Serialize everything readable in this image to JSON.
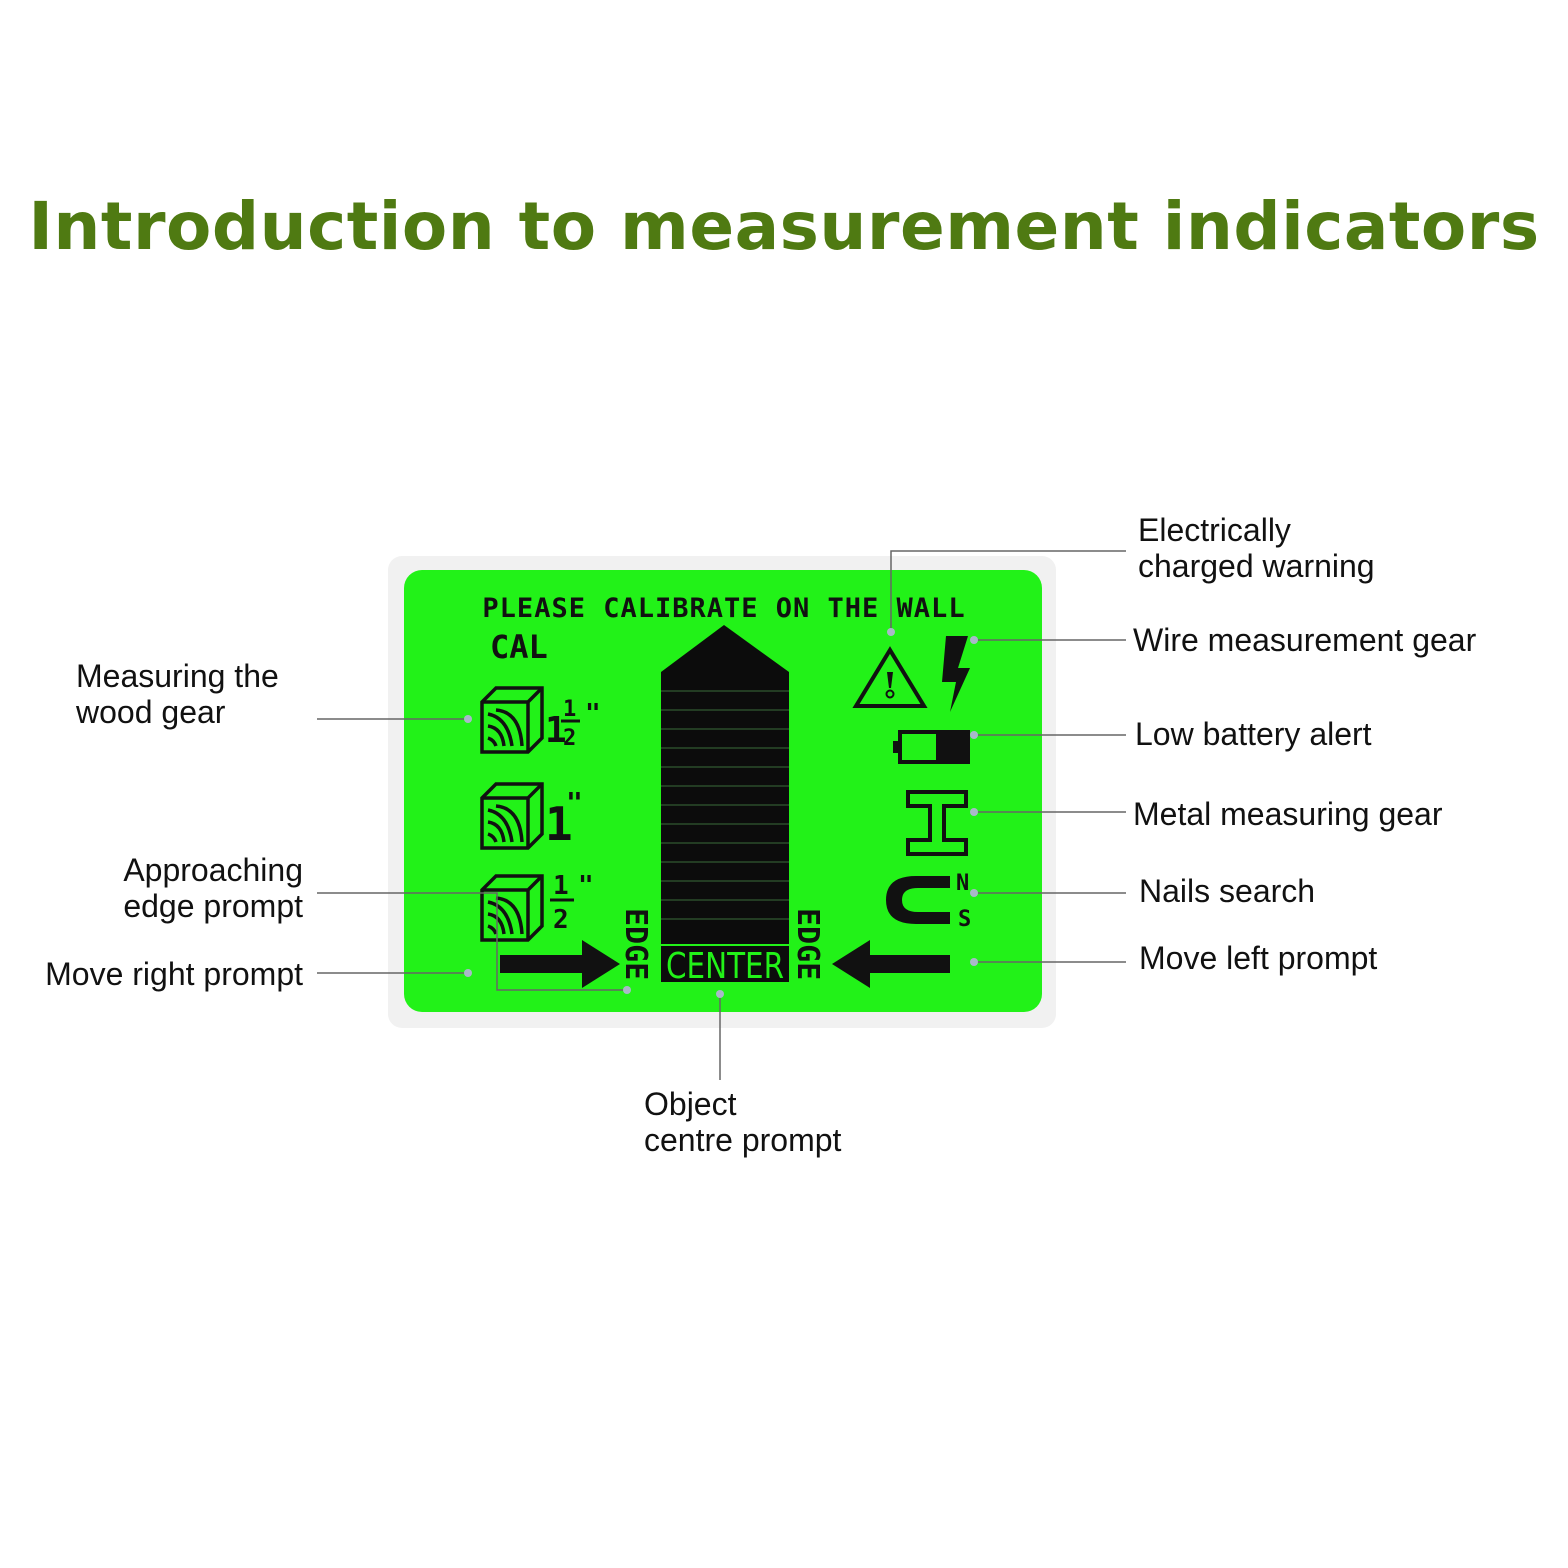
{
  "title": "Introduction to measurement indicators",
  "lcd": {
    "calibrate_text": "PLEASE CALIBRATE ON THE WALL",
    "cal": "CAL",
    "edge_left": "EDGE",
    "edge_right": "EDGE",
    "center": "CENTER",
    "wood_1_whole": "1",
    "wood_1_num": "1",
    "wood_1_den": "2",
    "wood_1_unit": "\"",
    "wood_2_whole": "1",
    "wood_2_unit": "\"",
    "wood_3_num": "1",
    "wood_3_den": "2",
    "wood_3_unit": "\"",
    "magnet_n": "N",
    "magnet_s": "S",
    "colors": {
      "screen": "#22f218",
      "bezel": "#f1f1f1",
      "segment": "#111111"
    }
  },
  "callouts": {
    "wood_gear": [
      "Measuring the",
      "wood gear"
    ],
    "approaching_edge": [
      "Approaching",
      "edge prompt"
    ],
    "move_right": "Move right prompt",
    "object_centre": [
      "Object",
      "centre prompt"
    ],
    "electric_warning": [
      "Electrically",
      "charged warning"
    ],
    "wire_gear": "Wire measurement gear",
    "low_battery": "Low battery alert",
    "metal_gear": "Metal measuring gear",
    "nails_search": "Nails search",
    "move_left": "Move left prompt"
  }
}
